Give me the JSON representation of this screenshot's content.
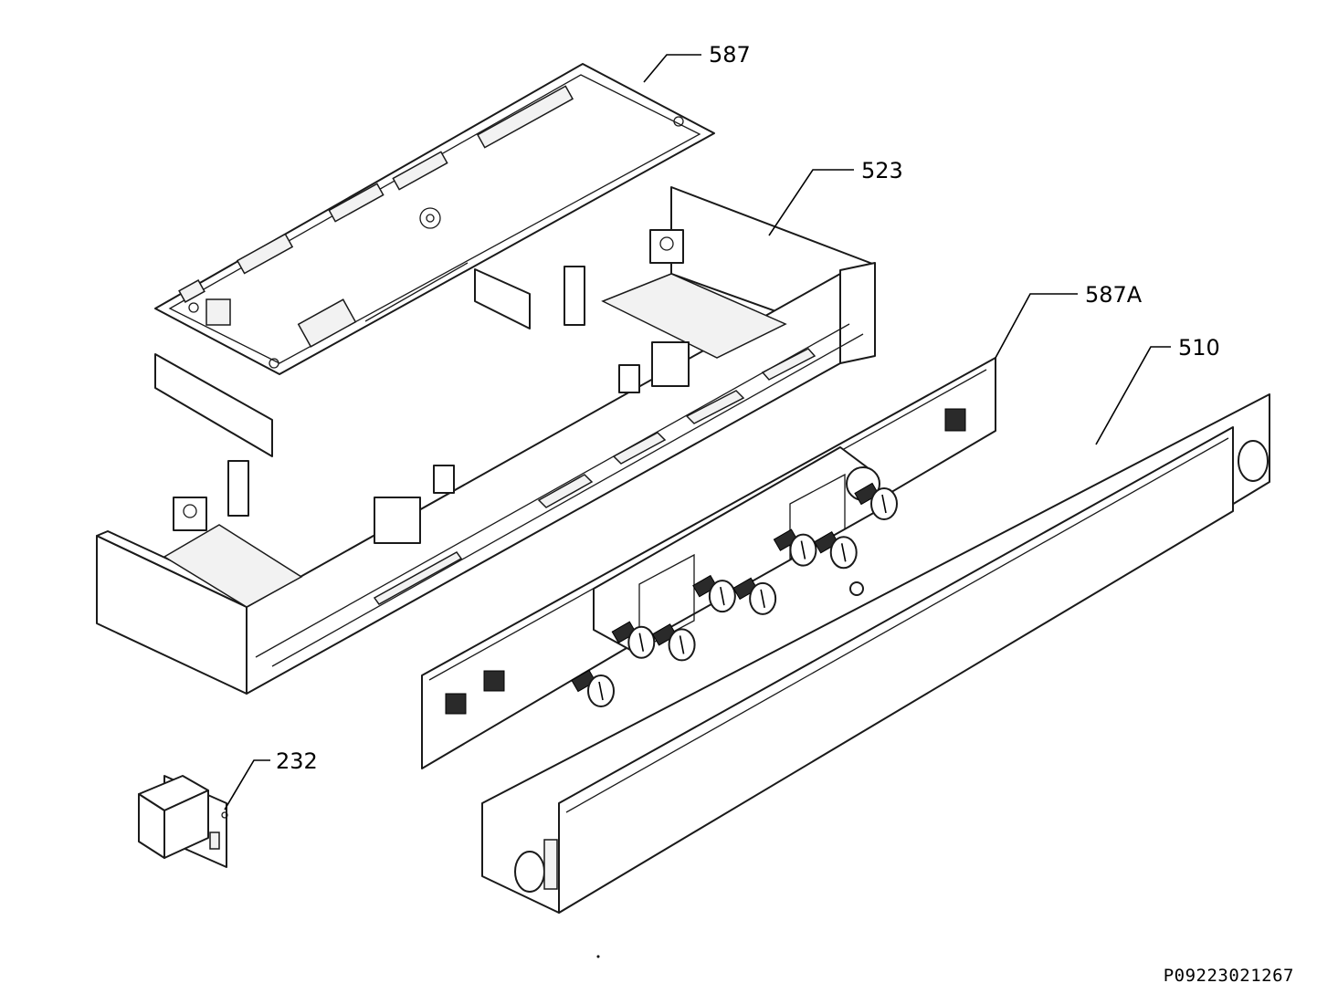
{
  "callouts": {
    "c587": "587",
    "c523": "523",
    "c587a": "587A",
    "c510": "510",
    "c232": "232"
  },
  "reference_code": "P09223021267",
  "knob_count": 8,
  "colors": {
    "line": "#1a1a1a",
    "background": "#ffffff"
  }
}
